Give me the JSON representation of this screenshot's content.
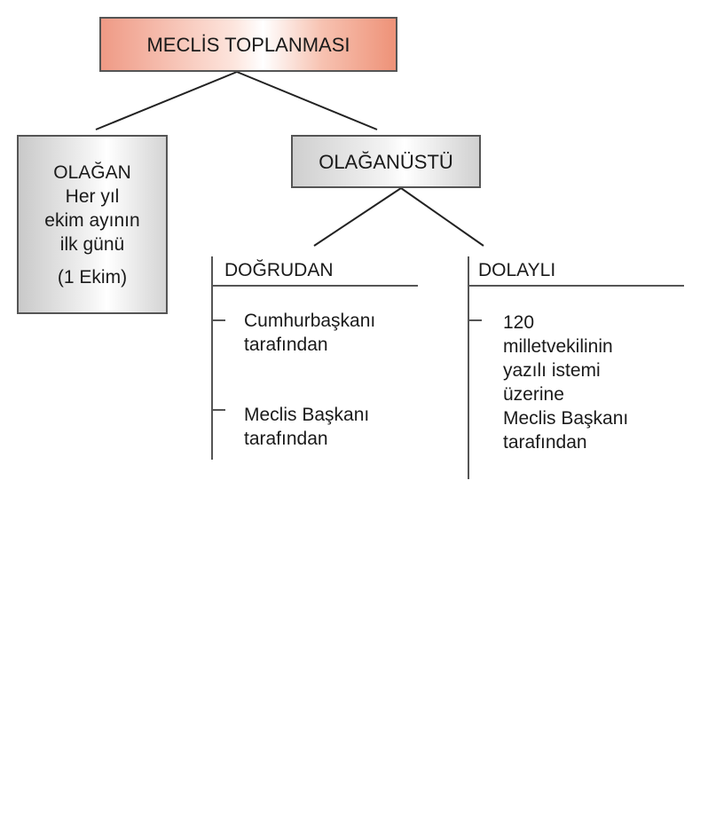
{
  "root": {
    "label": "MECLİS TOPLANMASI"
  },
  "olagan": {
    "title": "OLAĞAN",
    "lines": [
      "Her yıl",
      "ekim ayının",
      "ilk günü"
    ],
    "note": "(1 Ekim)"
  },
  "olaganustu": {
    "title": "OLAĞANÜSTÜ",
    "branches": {
      "dogrudan": {
        "title": "DOĞRUDAN",
        "items": [
          {
            "lines": [
              "Cumhurbaşkanı",
              "tarafından"
            ]
          },
          {
            "lines": [
              "Meclis Başkanı",
              "tarafından"
            ]
          }
        ]
      },
      "dolayli": {
        "title": "DOLAYLI",
        "items": [
          {
            "lines": [
              "120",
              "milletvekilinin",
              "yazılı istemi",
              "üzerine",
              "Meclis Başkanı",
              "tarafından"
            ]
          }
        ]
      }
    }
  }
}
